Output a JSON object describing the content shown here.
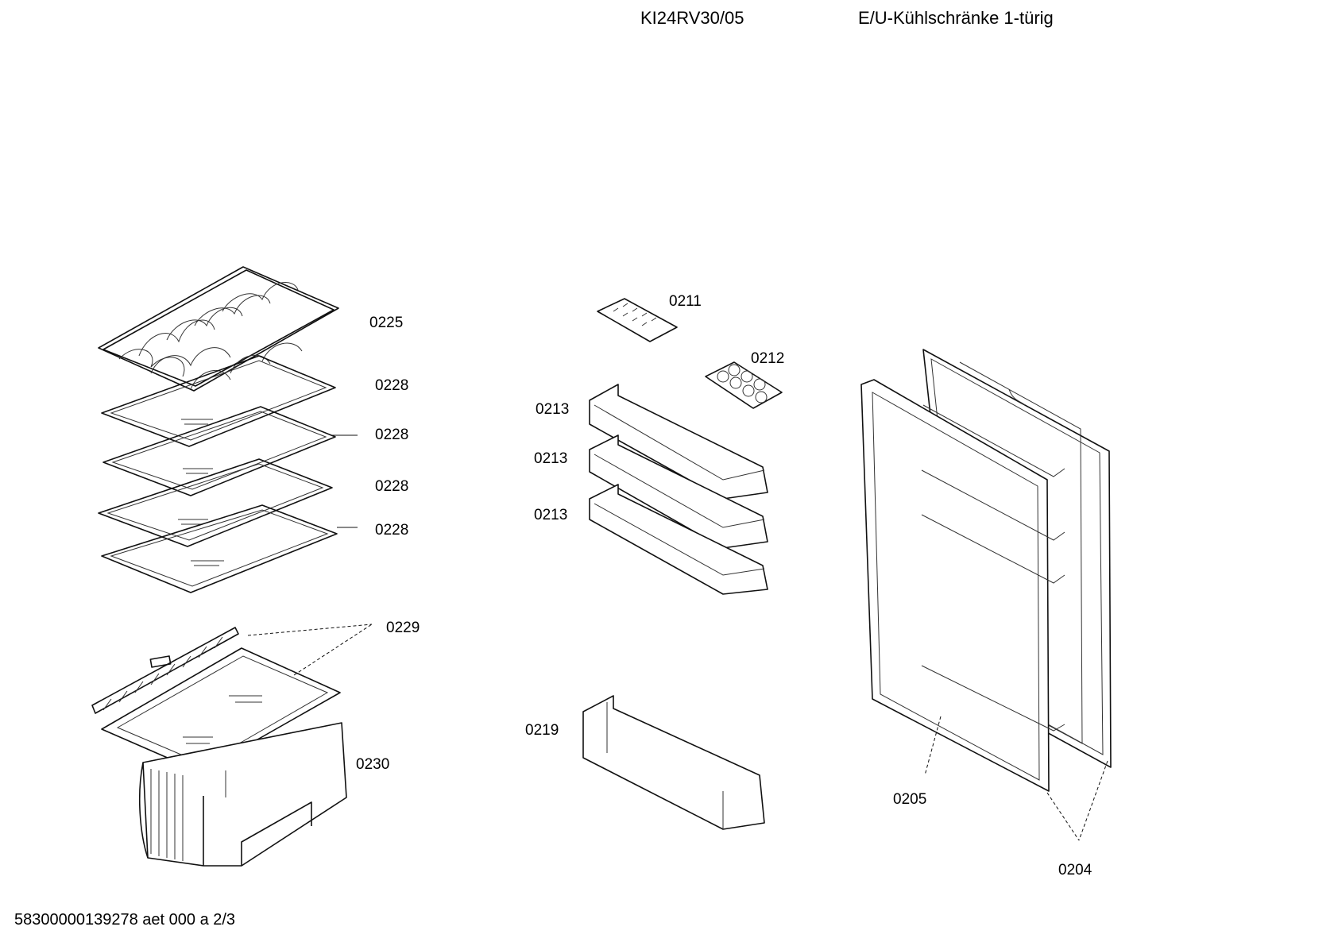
{
  "header": {
    "model": "KI24RV30/05",
    "description": "E/U-Kühlschränke 1-türig"
  },
  "footer": {
    "document_id": "58300000139278 aet 000 a 2/3"
  },
  "part_labels": {
    "p0225": "0225",
    "p0228_1": "0228",
    "p0228_2": "0228",
    "p0228_3": "0228",
    "p0228_4": "0228",
    "p0229": "0229",
    "p0230": "0230",
    "p0211": "0211",
    "p0212": "0212",
    "p0213_1": "0213",
    "p0213_2": "0213",
    "p0213_3": "0213",
    "p0219": "0219",
    "p0205": "0205",
    "p0204": "0204"
  }
}
